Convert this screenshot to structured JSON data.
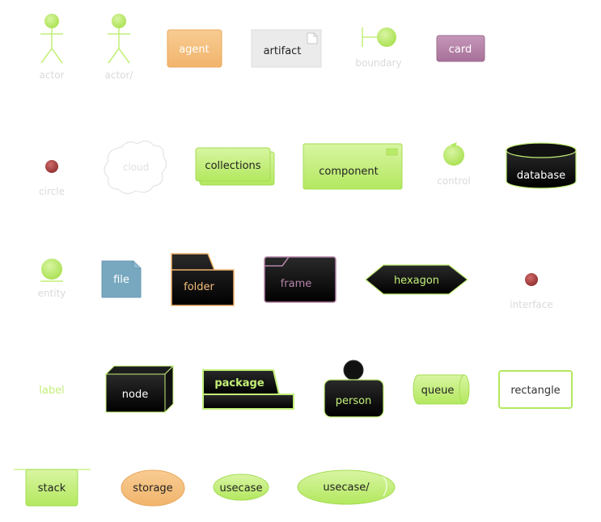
{
  "diagram": {
    "title": "PlantUML element shapes",
    "labels": {
      "actor": "actor",
      "actor_alt": "actor/",
      "agent": "agent",
      "artifact": "artifact",
      "boundary": "boundary",
      "card": "card",
      "circle": "circle",
      "cloud": "cloud",
      "collections": "collections",
      "component": "component",
      "control": "control",
      "database": "database",
      "entity": "entity",
      "file": "file",
      "folder": "folder",
      "frame": "frame",
      "hexagon": "hexagon",
      "interface": "interface",
      "label": "label",
      "node": "node",
      "package": "package",
      "person": "person",
      "queue": "queue",
      "rectangle": "rectangle",
      "stack": "stack",
      "storage": "storage",
      "usecase": "usecase",
      "usecase_alt": "usecase/"
    },
    "colors": {
      "lime_fill": "#c3ef78",
      "lime_stroke": "#a6dc54",
      "orange_fill": "#f5c07d",
      "orange_stroke": "#e9a85e",
      "purple_fill": "#b685aa",
      "purple_stroke": "#9b6d8f",
      "grey_fill": "#ebebeb",
      "blue_fill": "#78a8c0",
      "red_fill": "#b54a4a",
      "dark_fill": "#0a0a0a",
      "faint_text": "#dadada",
      "lime_text": "#c3ef78"
    }
  }
}
